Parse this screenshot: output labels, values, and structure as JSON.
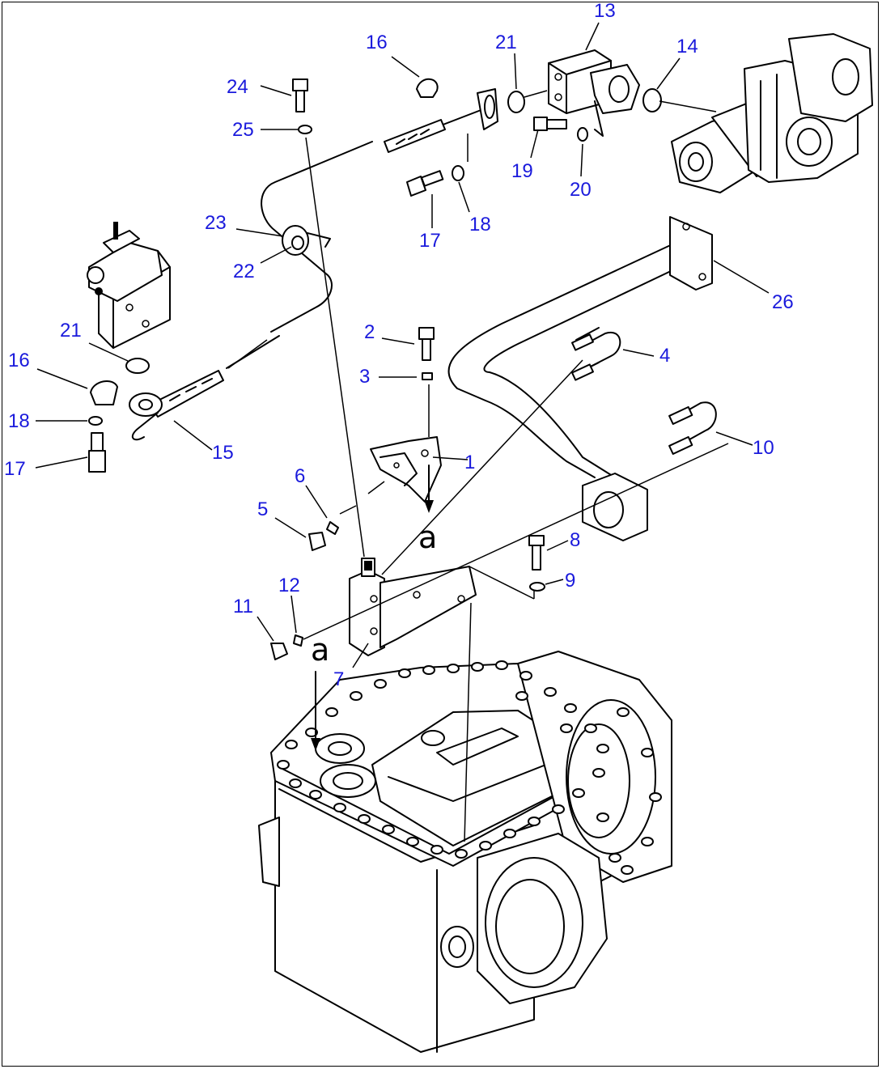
{
  "diagram": {
    "callouts": [
      {
        "id": "c1",
        "text": "1"
      },
      {
        "id": "c2",
        "text": "2"
      },
      {
        "id": "c3",
        "text": "3"
      },
      {
        "id": "c4",
        "text": "4"
      },
      {
        "id": "c5",
        "text": "5"
      },
      {
        "id": "c6",
        "text": "6"
      },
      {
        "id": "c7",
        "text": "7"
      },
      {
        "id": "c8",
        "text": "8"
      },
      {
        "id": "c9",
        "text": "9"
      },
      {
        "id": "c10",
        "text": "10"
      },
      {
        "id": "c11",
        "text": "11"
      },
      {
        "id": "c12",
        "text": "12"
      },
      {
        "id": "c13",
        "text": "13"
      },
      {
        "id": "c14",
        "text": "14"
      },
      {
        "id": "c15",
        "text": "15"
      },
      {
        "id": "c16a",
        "text": "16"
      },
      {
        "id": "c16b",
        "text": "16"
      },
      {
        "id": "c17a",
        "text": "17"
      },
      {
        "id": "c17b",
        "text": "17"
      },
      {
        "id": "c18a",
        "text": "18"
      },
      {
        "id": "c18b",
        "text": "18"
      },
      {
        "id": "c19",
        "text": "19"
      },
      {
        "id": "c20",
        "text": "20"
      },
      {
        "id": "c21a",
        "text": "21"
      },
      {
        "id": "c21b",
        "text": "21"
      },
      {
        "id": "c22",
        "text": "22"
      },
      {
        "id": "c23",
        "text": "23"
      },
      {
        "id": "c24",
        "text": "24"
      },
      {
        "id": "c25",
        "text": "25"
      },
      {
        "id": "c26",
        "text": "26"
      }
    ],
    "reference_marks": [
      {
        "id": "ra1",
        "text": "a"
      },
      {
        "id": "ra2",
        "text": "a"
      }
    ],
    "colors": {
      "callout": "#1a1adc",
      "line": "#000000",
      "background": "#ffffff"
    }
  }
}
